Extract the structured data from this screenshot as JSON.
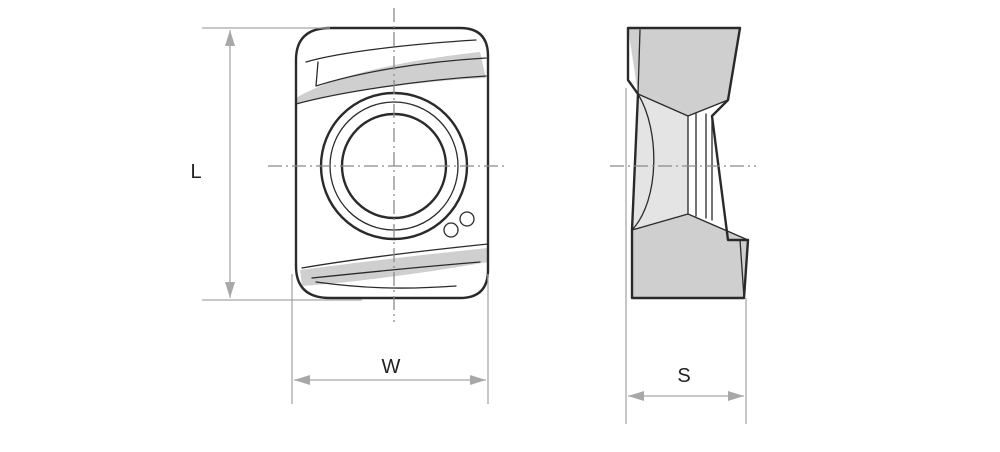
{
  "dimensions": {
    "length_label": "L",
    "width_label": "W",
    "thickness_label": "S"
  },
  "colors": {
    "outline": "#2a2a2a",
    "shading": "#cfcfcf",
    "dimension_lines": "#a8a8a8",
    "center_lines": "#8a8a8a"
  }
}
